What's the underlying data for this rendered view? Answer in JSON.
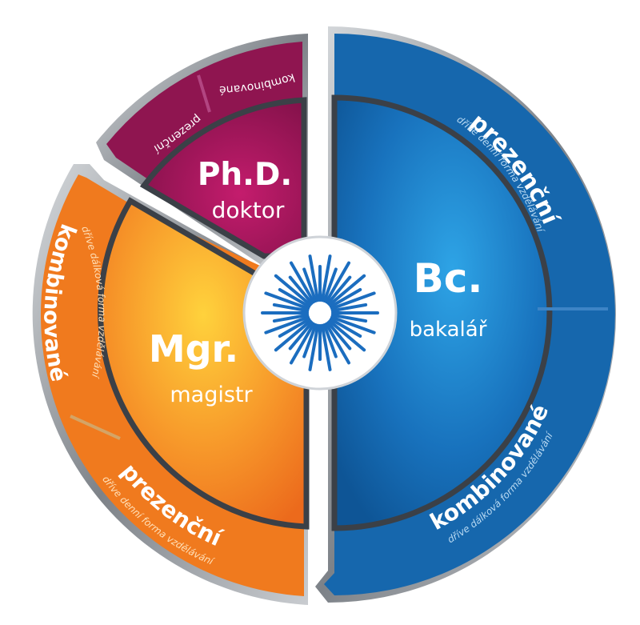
{
  "segments": {
    "bc": {
      "abbr": "Bc.",
      "name": "bakalář",
      "outer_top": "prezenční",
      "outer_top_note": "dříve denní forma vzdělávání",
      "outer_bottom": "kombinované",
      "outer_bottom_note": "dříve dálková forma vzdělávání"
    },
    "mgr": {
      "abbr": "Mgr.",
      "name": "magistr",
      "outer_left": "kombinované",
      "outer_left_note": "dříve dálková forma vzdělávání",
      "outer_bottom": "prezenční",
      "outer_bottom_note": "dříve denní forma vzdělávání"
    },
    "phd": {
      "abbr": "Ph.D.",
      "name": "doktor",
      "outer_left": "prezenční",
      "outer_right": "kombinované"
    }
  },
  "colors": {
    "blue": "#1a6fb5",
    "blue_dark": "#0d4f8f",
    "orange": "#f07a1e",
    "orange_light": "#f6a329",
    "purple": "#a3185c",
    "purple_dark": "#6e0f3e",
    "ring_border": "#8a8f96",
    "logo_blue": "#1b6dbf"
  },
  "icons": {
    "center_logo": "sunburst-logo-icon"
  }
}
